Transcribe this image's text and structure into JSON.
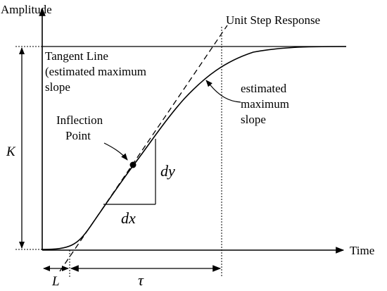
{
  "diagram": {
    "axes": {
      "y_label": "Amplitude",
      "x_label": "Time"
    },
    "labels": {
      "unit_step_response": "Unit Step Response",
      "tangent_line": [
        "Tangent Line",
        "(estimated maximum",
        "slope"
      ],
      "estimated_slope": [
        "estimated",
        "maximum",
        "slope"
      ],
      "inflection_point": [
        "Inflection",
        "Point"
      ],
      "dy": "dy",
      "dx": "dx",
      "gain": "K",
      "delay": "L",
      "time_constant": "τ"
    },
    "colors": {
      "line": "#000000",
      "background": "#ffffff"
    }
  }
}
